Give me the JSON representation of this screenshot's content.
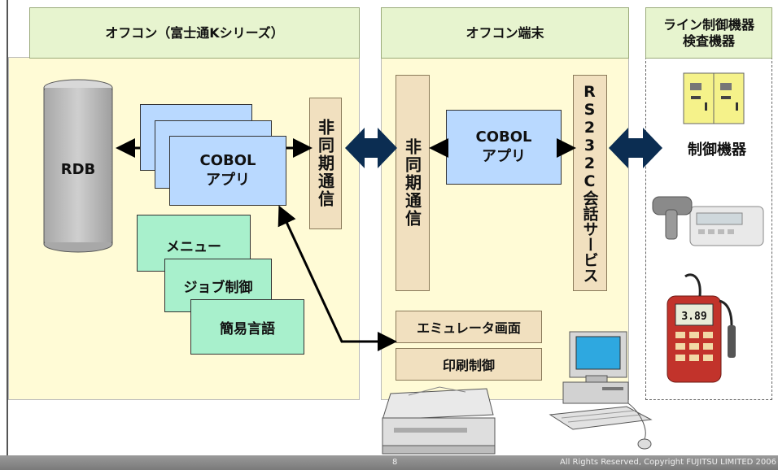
{
  "panels": {
    "office": {
      "title": "オフコン（富士通Kシリーズ）"
    },
    "terminal": {
      "title": "オフコン端末"
    },
    "line": {
      "title_line1": "ライン制御機器",
      "title_line2": "検査機器"
    }
  },
  "office_items": {
    "rdb": "RDB",
    "cobol_line1": "COBOL",
    "cobol_line2": "アプリ",
    "async": "非同期通信",
    "menu": "メニュー",
    "job": "ジョブ制御",
    "lang": "簡易言語"
  },
  "terminal_items": {
    "async": "非同期通信",
    "cobol_line1": "COBOL",
    "cobol_line2": "アプリ",
    "rs232c": "RS232C会話サービス",
    "emulator": "エミュレータ画面",
    "print": "印刷制御"
  },
  "line_items": {
    "control": "制御機器",
    "display_value": "3.89"
  },
  "footer": {
    "page": "8",
    "copyright": "All Rights Reserved, Copyright FUJITSU LIMITED 2006"
  },
  "colors": {
    "panel_bg": "#fffbd6",
    "header_bg": "#e7f4cf",
    "blue_box": "#b9d9ff",
    "green_box": "#a8f0cc",
    "beige_box": "#f1e0bf",
    "arrow_dark": "#0b2d52"
  }
}
